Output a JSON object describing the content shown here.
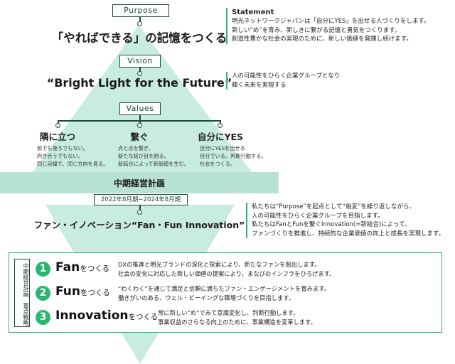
{
  "colors": {
    "accent": "#2bb573",
    "dark": "#1a4a3e",
    "pyramid": "#c9ece0"
  },
  "purpose": {
    "tag": "Purpose",
    "title": "「やればできる」の記憶をつくる",
    "statement_heading": "Statement",
    "statement_lines": [
      "明光ネットワークジャパンは「自分にYES」を出せる人づくりをします。",
      "新しい“め”を育み、新しきに繋がる記憶と勇気をつくります。",
      "創造性豊かな社会の実現のために、新しい価値を発揮し続けます。"
    ]
  },
  "vision": {
    "tag": "Vision",
    "title": "“Bright Light for the Future”",
    "note_lines": [
      "人の可能性をひらく企業グループとなり",
      "輝く未来を実現する"
    ]
  },
  "values": {
    "tag": "Values",
    "items": [
      {
        "title": "隣に立つ",
        "lines": [
          "前でも後ろでもない。",
          "向き合うでもない。",
          "同じ目線で、同じ方向を見る。"
        ]
      },
      {
        "title": "繋ぐ",
        "lines": [
          "点と点を繋ぎ、",
          "新たな結び目を創る。",
          "新結合によって新価値を生む。"
        ]
      },
      {
        "title": "自分にYES",
        "lines": [
          "自分にYESを出せる",
          "自分でいる。判断行動する。",
          "社会をつくる。"
        ]
      }
    ]
  },
  "midterm": {
    "heading": "中期経営計画",
    "period": "2022年8月期−2024年8月期",
    "title": "ファン・イノベーション“Fan・Fun Innovation”",
    "note_lines": [
      "私たちは“Purpose”を起点として“蛻変”を繰り返しながら、",
      "人の可能性をひらく企業グループを目指します。",
      "私たちはFanとFunを繋ぐInnovation(=新結合)によって、",
      "ファンづくりを推進し、持続的な企業価値の向上と成長を実現します。"
    ]
  },
  "focus": {
    "side_label": "中期経営計画　重点戦略",
    "items": [
      {
        "num": "1",
        "title": "Fan",
        "suffix": "をつくる",
        "lines": [
          "DXの推進と明光ブランドの深化と探索により、新たなファンを創出します。",
          "社会の変化に対応した新しい価値の提案により、まなびのインフラをひろげます。"
        ]
      },
      {
        "num": "2",
        "title": "Fun",
        "suffix": "をつくる",
        "lines": [
          "“わくわく”を通じて満足と信頼に満ちたファン・エンゲージメントを育みます。",
          "働きがいのある、ウェル・ビーイングな職場づくりを目指します。"
        ]
      },
      {
        "num": "3",
        "title": "Innovation",
        "suffix": "をつくる",
        "lines": [
          "常に新しい“め”でみて意識変化し、判断行動します。",
          "事業収益のさらなる向上のために、事業構造を変革します。"
        ]
      }
    ]
  }
}
